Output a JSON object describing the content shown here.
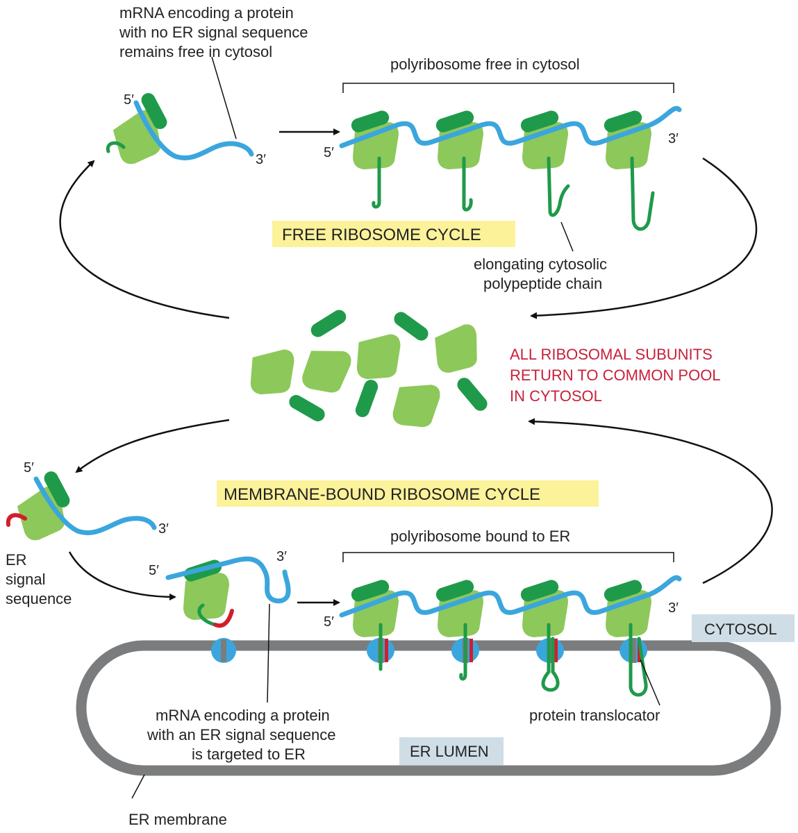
{
  "labels": {
    "mrna_free_line1": "mRNA encoding a protein",
    "mrna_free_line2": "with no ER signal sequence",
    "mrna_free_line3": "remains free in cytosol",
    "polyribosome_free": "polyribosome free in cytosol",
    "free_cycle": "FREE RIBOSOME CYCLE",
    "elongating_line1": "elongating cytosolic",
    "elongating_line2": "polypeptide chain",
    "pool_line1": "ALL RIBOSOMAL SUBUNITS",
    "pool_line2": "RETURN TO COMMON POOL",
    "pool_line3": "IN CYTOSOL",
    "membrane_cycle": "MEMBRANE-BOUND RIBOSOME CYCLE",
    "polyribosome_er": "polyribosome bound to ER",
    "er_signal_line1": "ER",
    "er_signal_line2": "signal",
    "er_signal_line3": "sequence",
    "cytosol": "CYTOSOL",
    "mrna_er_line1": "mRNA encoding a protein",
    "mrna_er_line2": "with an ER signal sequence",
    "mrna_er_line3": "is targeted to ER",
    "protein_translocator": "protein translocator",
    "er_lumen": "ER LUMEN",
    "er_membrane": "ER membrane",
    "five_prime": "5′",
    "three_prime": "3′"
  },
  "colors": {
    "mrna": "#3ba6dd",
    "large_subunit": "#8dc85a",
    "small_subunit": "#1f9a4a",
    "polypeptide": "#1f9a4a",
    "signal_sequence": "#d21e2a",
    "translocator": "#3ba6dd",
    "membrane": "#7a7c7d",
    "highlight_yellow": "#fbf29a",
    "highlight_blue": "#cfdde6",
    "pool_text": "#c8203a"
  }
}
